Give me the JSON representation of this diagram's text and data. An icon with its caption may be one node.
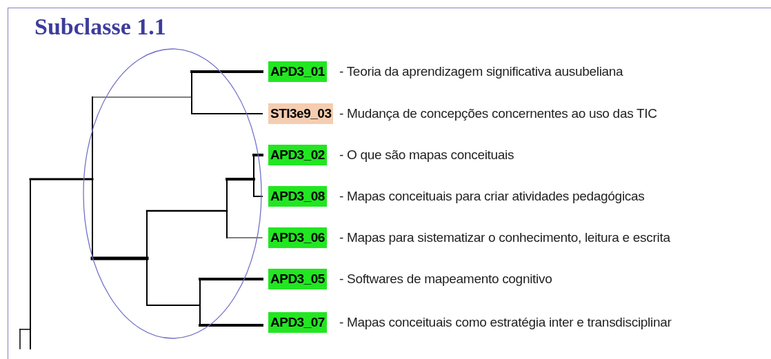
{
  "diagram": {
    "title": "Subclasse 1.1",
    "labels": [
      "APD3_01",
      "- Teoria da aprendizagem significativa ausubeliana",
      "STI3e9_03",
      "- Mudança de concepções concernentes ao uso das TIC",
      "APD3_02",
      "- O que são mapas conceituais",
      "APD3_08",
      "- Mapas conceituais para criar atividades pedagógicas",
      "APD3_06",
      "- Mapas para sistematizar o conhecimento, leitura e escrita",
      "APD3_05",
      "- Softwares de mapeamento cognitivo",
      "APD3_07",
      "- Mapas conceituais como estratégia inter e transdisciplinar"
    ]
  }
}
